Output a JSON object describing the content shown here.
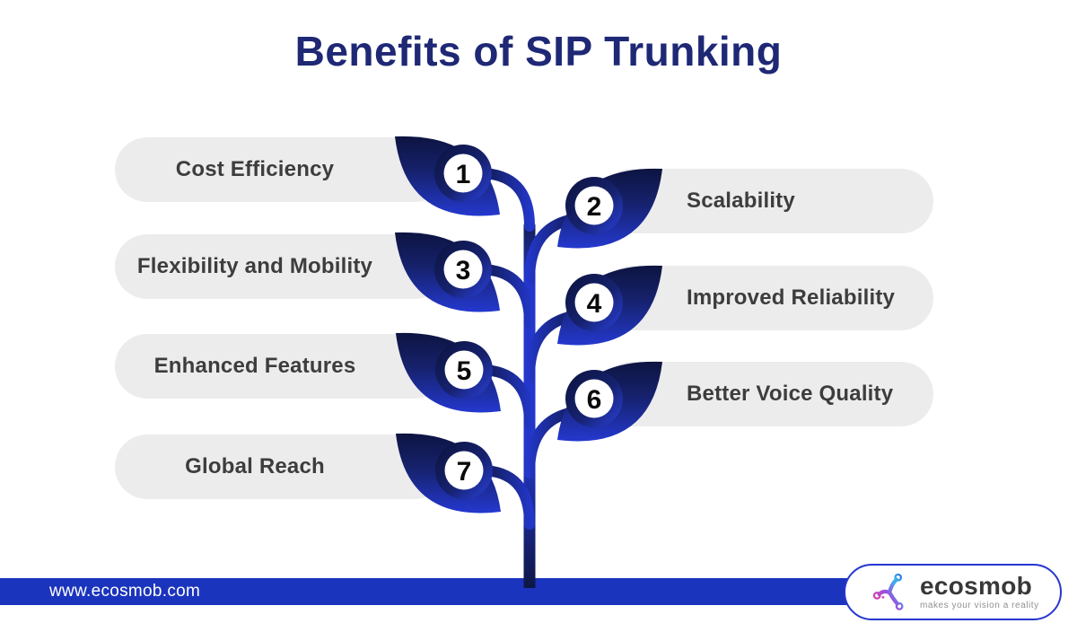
{
  "title": "Benefits of SIP Trunking",
  "plant": {
    "items": [
      {
        "number": "1",
        "label": "Cost Efficiency",
        "side": "left"
      },
      {
        "number": "2",
        "label": "Scalability",
        "side": "right"
      },
      {
        "number": "3",
        "label": "Flexibility and Mobility",
        "side": "left"
      },
      {
        "number": "4",
        "label": "Improved Reliability",
        "side": "right"
      },
      {
        "number": "5",
        "label": "Enhanced Features",
        "side": "left"
      },
      {
        "number": "6",
        "label": "Better Voice Quality",
        "side": "right"
      },
      {
        "number": "7",
        "label": "Global Reach",
        "side": "left"
      }
    ]
  },
  "footer": {
    "website": "www.ecosmob.com"
  },
  "logo": {
    "brand": "ecosmob",
    "tagline": "makes your vision a reality"
  },
  "colors": {
    "title_navy": "#1e2875",
    "leaf_dark": "#0d1441",
    "leaf_bright": "#2438cf",
    "pill_bg": "#ececec",
    "pill_text": "#3d3d3d",
    "footer_bar_blue": "#1b34bd",
    "logo_border_blue": "#2637cf",
    "logo_pink": "#ee3f97",
    "logo_cyan": "#35b5ee"
  }
}
